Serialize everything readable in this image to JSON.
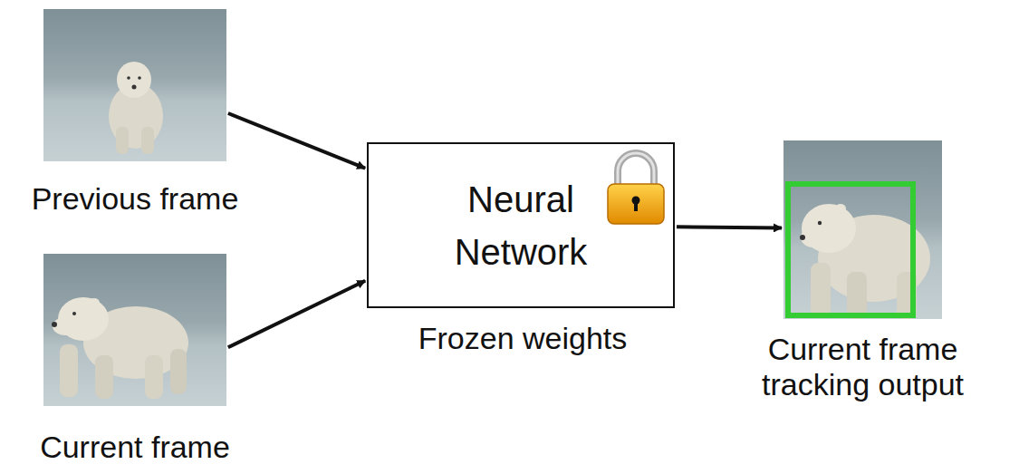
{
  "diagram": {
    "nodes": [
      {
        "text": [
          "Previous frame"
        ]
      },
      {
        "text": [
          "Current frame"
        ]
      },
      {
        "text": [
          "Neural Network",
          "Frozen weights"
        ]
      },
      {
        "text": [
          "Current frame tracking output"
        ]
      }
    ],
    "edges": [
      {
        "from": 0,
        "to": 2,
        "arrow": "to"
      },
      {
        "from": 1,
        "to": 2,
        "arrow": "to"
      },
      {
        "from": 2,
        "to": 3,
        "arrow": "to"
      }
    ]
  }
}
